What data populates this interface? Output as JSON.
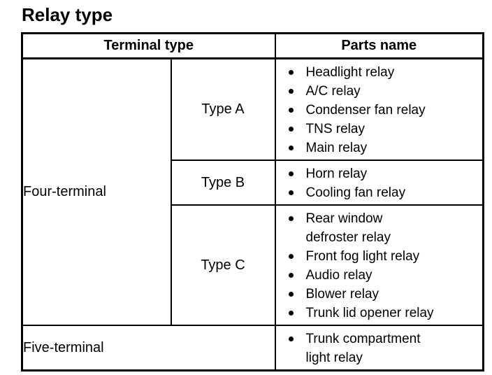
{
  "page": {
    "title": "Relay type"
  },
  "table": {
    "headers": {
      "terminal_type": "Terminal type",
      "parts_name": "Parts name"
    },
    "rows": [
      {
        "terminal": "Four-terminal",
        "type": "Type A",
        "parts": [
          "Headlight relay",
          "A/C relay",
          "Condenser fan relay",
          "TNS relay",
          "Main relay"
        ]
      },
      {
        "type": "Type B",
        "parts": [
          "Horn relay",
          "Cooling fan relay"
        ]
      },
      {
        "type": "Type C",
        "parts": [
          "Rear window\ndefroster relay",
          "Front fog light relay",
          "Audio relay",
          "Blower relay",
          "Trunk lid opener relay"
        ]
      },
      {
        "terminal": "Five-terminal",
        "parts": [
          "Trunk compartment\nlight relay"
        ]
      }
    ]
  }
}
